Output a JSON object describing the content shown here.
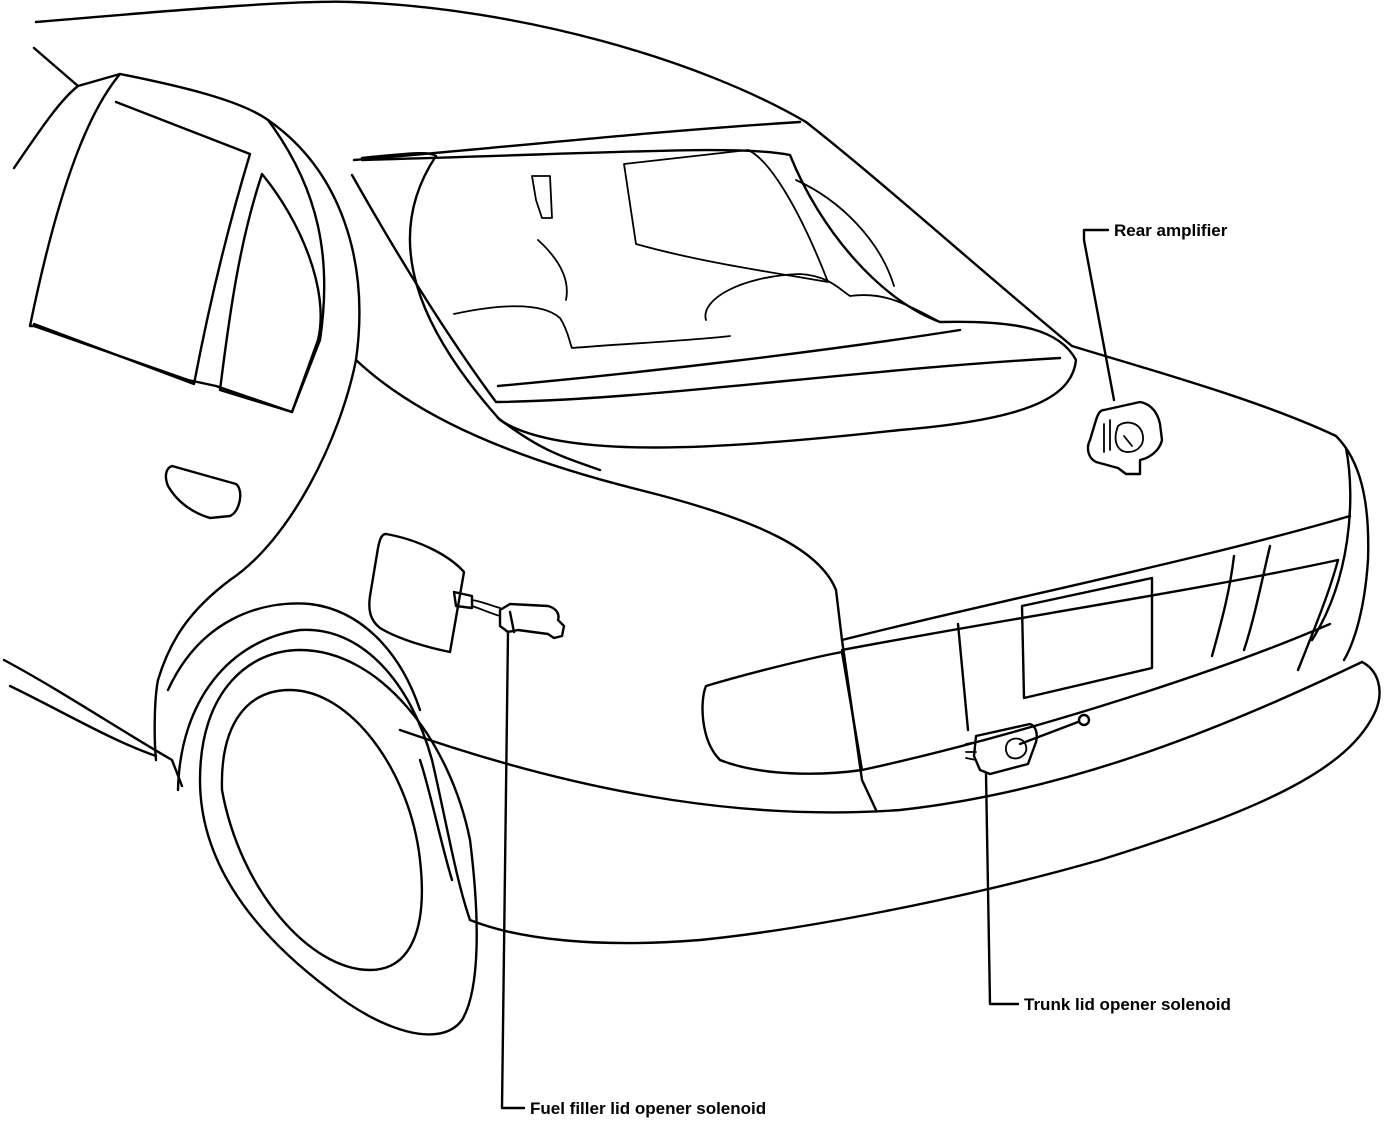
{
  "labels": {
    "rear_amplifier": "Rear amplifier",
    "trunk_lid_opener_solenoid": "Trunk lid opener solenoid",
    "fuel_filler_lid_opener_solenoid": "Fuel filler lid opener solenoid"
  },
  "colors": {
    "line": "#000000",
    "background": "#ffffff"
  }
}
